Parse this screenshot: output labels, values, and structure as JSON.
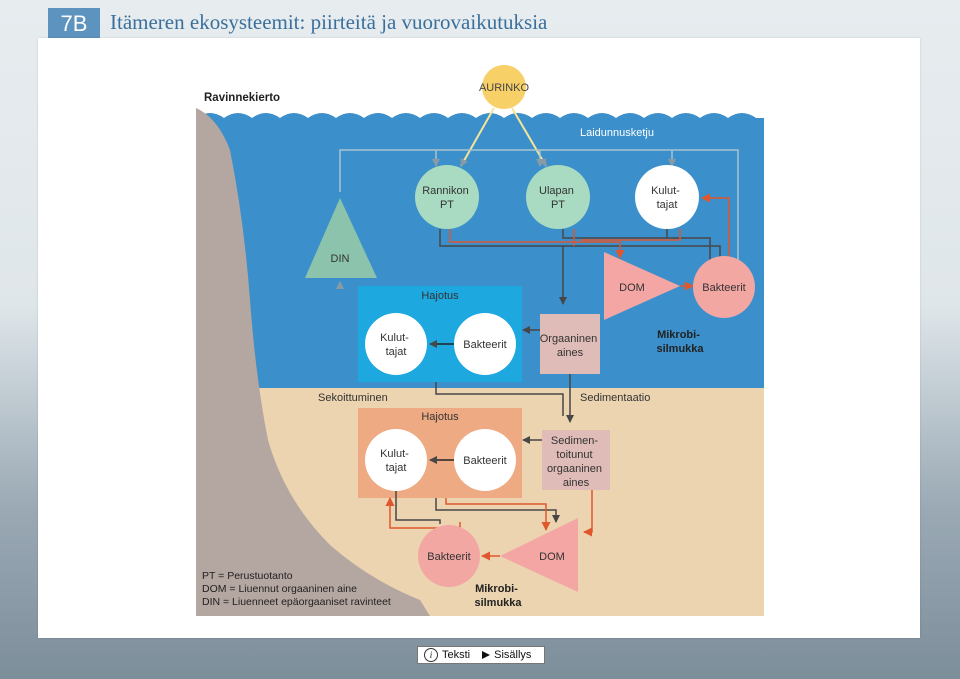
{
  "header": {
    "badge": "7B",
    "title": "Itämeren ekosysteemit: piirteitä ja vuorovaikutuksia"
  },
  "diagram": {
    "panel_title": "Ravinnekierto",
    "sun": "AURINKO",
    "grazing_chain": "Laidunnusketju",
    "coastal_pt": [
      "Rannikon",
      "PT"
    ],
    "open_sea_pt": [
      "Ulapan",
      "PT"
    ],
    "consumers_top": [
      "Kulut-",
      "tajat"
    ],
    "din": "DIN",
    "dom_water": "DOM",
    "bacteria_water": "Bakteerit",
    "decomposition_water": "Hajotus",
    "consumers_water": [
      "Kulut-",
      "tajat"
    ],
    "bacteria_water_box": "Bakteerit",
    "organic_matter": [
      "Orgaaninen",
      "aines"
    ],
    "microbial_loop_water": [
      "Mikrobi-",
      "silmukka"
    ],
    "mixing": "Sekoittuminen",
    "sedimentation": "Sedimentaatio",
    "decomposition_sediment": "Hajotus",
    "consumers_sediment": [
      "Kulut-",
      "tajat"
    ],
    "bacteria_sediment_box": "Bakteerit",
    "sedimented_organic": [
      "Sedimen-",
      "toitunut",
      "orgaaninen",
      "aines"
    ],
    "bacteria_bottom": "Bakteerit",
    "dom_bottom": "DOM",
    "microbial_loop_bottom": [
      "Mikrobi-",
      "silmukka"
    ],
    "legend": [
      "PT = Perustuotanto",
      "DOM = Liuennut orgaaninen aine",
      "DIN = Liuenneet epäorgaaniset ravinteet"
    ],
    "colors": {
      "water": "#3b8fca",
      "sediment": "#ecd4b0",
      "coast": "#b4a6a0",
      "circle_green": "#a8dbc1",
      "circle_pink": "#f3a7a3",
      "triangle_green": "#8cc3ac",
      "dom_pink": "#f3a6a3",
      "decomp_water_box": "#1ea8e0",
      "decomp_sediment_box": "#eeaa82",
      "organic_box": "#dfbcb7",
      "sun": "#f7d067",
      "arrow_red": "#e0572e",
      "arrow_dark": "#474747"
    }
  },
  "nav": {
    "text_button": "Teksti",
    "contents_button": "Sisällys"
  }
}
